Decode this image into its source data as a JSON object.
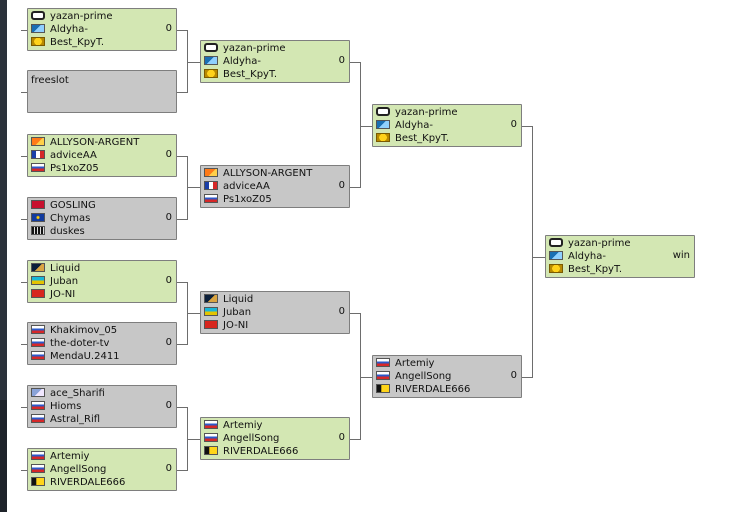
{
  "rounds": [
    {
      "name": "round-1",
      "matches": [
        {
          "status": "green",
          "players": [
            {
              "name": "yazan-prime",
              "icon": "white-square-icon"
            },
            {
              "name": "Aldyha-",
              "icon": "sky-flag-icon"
            },
            {
              "name": "Best_KpyT.",
              "icon": "smiley-icon"
            }
          ],
          "score": "0"
        },
        {
          "status": "grey",
          "players": [
            {
              "name": "freeslot",
              "icon": ""
            }
          ],
          "score": ""
        },
        {
          "status": "green",
          "players": [
            {
              "name": "ALLYSON-ARGENT",
              "icon": "orange-icon"
            },
            {
              "name": "adviceAA",
              "icon": "fr-flag-icon"
            },
            {
              "name": "Ps1xoZ05",
              "icon": "ru-flag-icon"
            }
          ],
          "score": "0"
        },
        {
          "status": "grey",
          "players": [
            {
              "name": "GOSLING",
              "icon": "ussr-icon"
            },
            {
              "name": "Chymas",
              "icon": "eu-flag-icon"
            },
            {
              "name": "duskes",
              "icon": "skull-icon"
            }
          ],
          "score": "0"
        },
        {
          "status": "green",
          "players": [
            {
              "name": "Liquid",
              "icon": "liquid-icon"
            },
            {
              "name": "Juban",
              "icon": "kz-flag-icon"
            },
            {
              "name": "JO-NI",
              "icon": "mcd-icon"
            }
          ],
          "score": "0"
        },
        {
          "status": "grey",
          "players": [
            {
              "name": "Khakimov_05",
              "icon": "ru-flag-icon"
            },
            {
              "name": "the-doter-tv",
              "icon": "ru-flag-icon"
            },
            {
              "name": "MendaU.2411",
              "icon": "ru-flag-icon"
            }
          ],
          "score": "0"
        },
        {
          "status": "grey",
          "players": [
            {
              "name": "ace_Sharifi",
              "icon": "anime-icon"
            },
            {
              "name": "Hioms",
              "icon": "ru-flag-icon"
            },
            {
              "name": "Astral_Rifl",
              "icon": "ru-flag-icon"
            }
          ],
          "score": "0"
        },
        {
          "status": "green",
          "players": [
            {
              "name": "Artemiy",
              "icon": "ru-flag-icon"
            },
            {
              "name": "AngellSong",
              "icon": "ru-flag-icon"
            },
            {
              "name": "RIVERDALE666",
              "icon": "navi-icon"
            }
          ],
          "score": "0"
        }
      ]
    },
    {
      "name": "round-2",
      "matches": [
        {
          "status": "green",
          "players": [
            {
              "name": "yazan-prime",
              "icon": "white-square-icon"
            },
            {
              "name": "Aldyha-",
              "icon": "sky-flag-icon"
            },
            {
              "name": "Best_KpyT.",
              "icon": "smiley-icon"
            }
          ],
          "score": "0"
        },
        {
          "status": "grey",
          "players": [
            {
              "name": "ALLYSON-ARGENT",
              "icon": "orange-icon"
            },
            {
              "name": "adviceAA",
              "icon": "fr-flag-icon"
            },
            {
              "name": "Ps1xoZ05",
              "icon": "ru-flag-icon"
            }
          ],
          "score": "0"
        },
        {
          "status": "grey",
          "players": [
            {
              "name": "Liquid",
              "icon": "liquid-icon"
            },
            {
              "name": "Juban",
              "icon": "kz-flag-icon"
            },
            {
              "name": "JO-NI",
              "icon": "mcd-icon"
            }
          ],
          "score": "0"
        },
        {
          "status": "green",
          "players": [
            {
              "name": "Artemiy",
              "icon": "ru-flag-icon"
            },
            {
              "name": "AngellSong",
              "icon": "ru-flag-icon"
            },
            {
              "name": "RIVERDALE666",
              "icon": "navi-icon"
            }
          ],
          "score": "0"
        }
      ]
    },
    {
      "name": "round-3",
      "matches": [
        {
          "status": "green",
          "players": [
            {
              "name": "yazan-prime",
              "icon": "white-square-icon"
            },
            {
              "name": "Aldyha-",
              "icon": "sky-flag-icon"
            },
            {
              "name": "Best_KpyT.",
              "icon": "smiley-icon"
            }
          ],
          "score": "0"
        },
        {
          "status": "grey",
          "players": [
            {
              "name": "Artemiy",
              "icon": "ru-flag-icon"
            },
            {
              "name": "AngellSong",
              "icon": "ru-flag-icon"
            },
            {
              "name": "RIVERDALE666",
              "icon": "navi-icon"
            }
          ],
          "score": "0"
        }
      ]
    },
    {
      "name": "final",
      "matches": [
        {
          "status": "green",
          "players": [
            {
              "name": "yazan-prime",
              "icon": "white-square-icon"
            },
            {
              "name": "Aldyha-",
              "icon": "sky-flag-icon"
            },
            {
              "name": "Best_KpyT.",
              "icon": "smiley-icon"
            }
          ],
          "score": "win"
        }
      ]
    }
  ]
}
